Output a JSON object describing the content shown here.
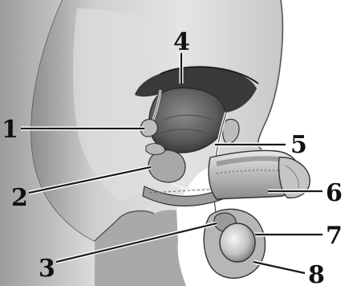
{
  "labels": [
    {
      "id": "1",
      "text": "1"
    },
    {
      "id": "2",
      "text": "2"
    },
    {
      "id": "3",
      "text": "3"
    },
    {
      "id": "4",
      "text": "4"
    },
    {
      "id": "5",
      "text": "5"
    },
    {
      "id": "6",
      "text": "6"
    },
    {
      "id": "7",
      "text": "7"
    },
    {
      "id": "8",
      "text": "8"
    }
  ],
  "colors": {
    "background": "#ffffff",
    "body_fill": "#d9d9d9",
    "body_shadow": "#9a9a9a",
    "dark_tissue": "#3a3a3a",
    "organ": "#6e6e6e",
    "outline": "#2a2a2a",
    "label": "#111111"
  }
}
